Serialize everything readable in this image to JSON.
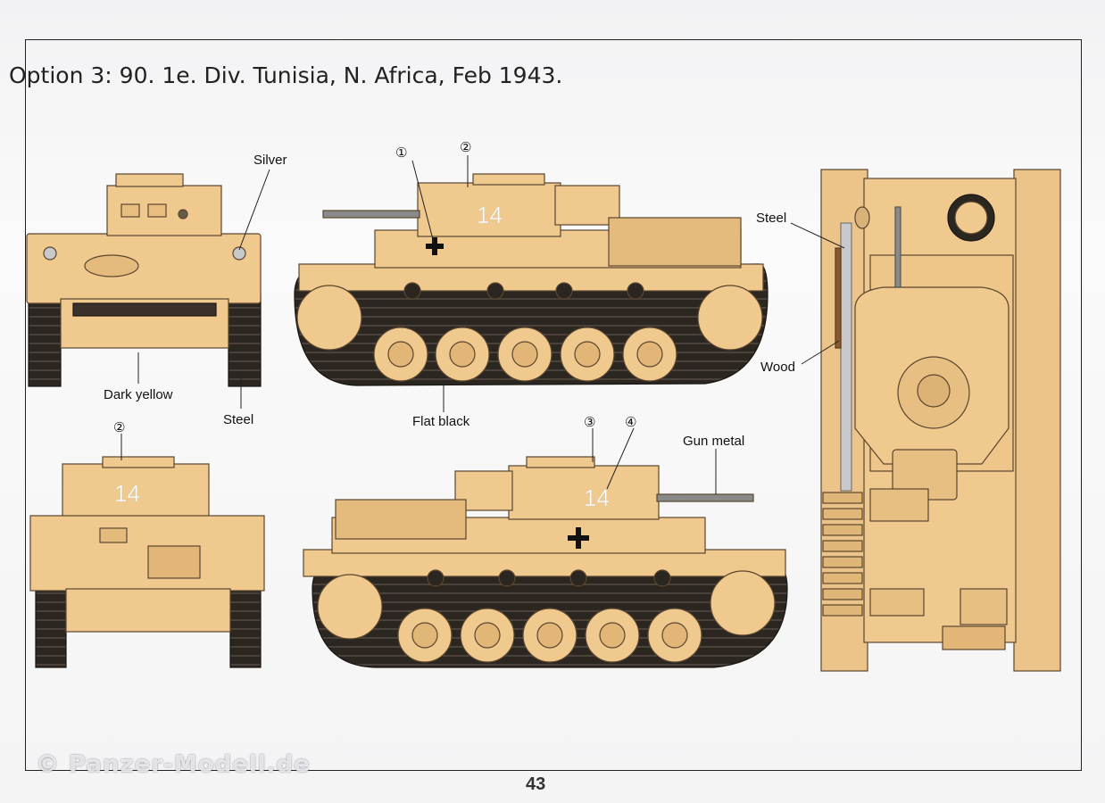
{
  "page": {
    "title": "Option 3: 90. 1e. Div. Tunisia, N. Africa, Feb 1943.",
    "page_number": "43",
    "watermark": "© Panzer-Modell.de"
  },
  "labels": {
    "silver": "Silver",
    "dark_yellow": "Dark yellow",
    "steel_front": "Steel",
    "flat_black": "Flat black",
    "gun_metal": "Gun metal",
    "steel_top": "Steel",
    "wood": "Wood"
  },
  "callouts": [
    "①",
    "②",
    "②",
    "③",
    "④"
  ],
  "markings": {
    "turret_number": "14"
  },
  "colors": {
    "dark_yellow": "#f0c98e",
    "outline": "#5a4630",
    "track": "#2b2620",
    "gun_metal": "#8a8a88"
  }
}
